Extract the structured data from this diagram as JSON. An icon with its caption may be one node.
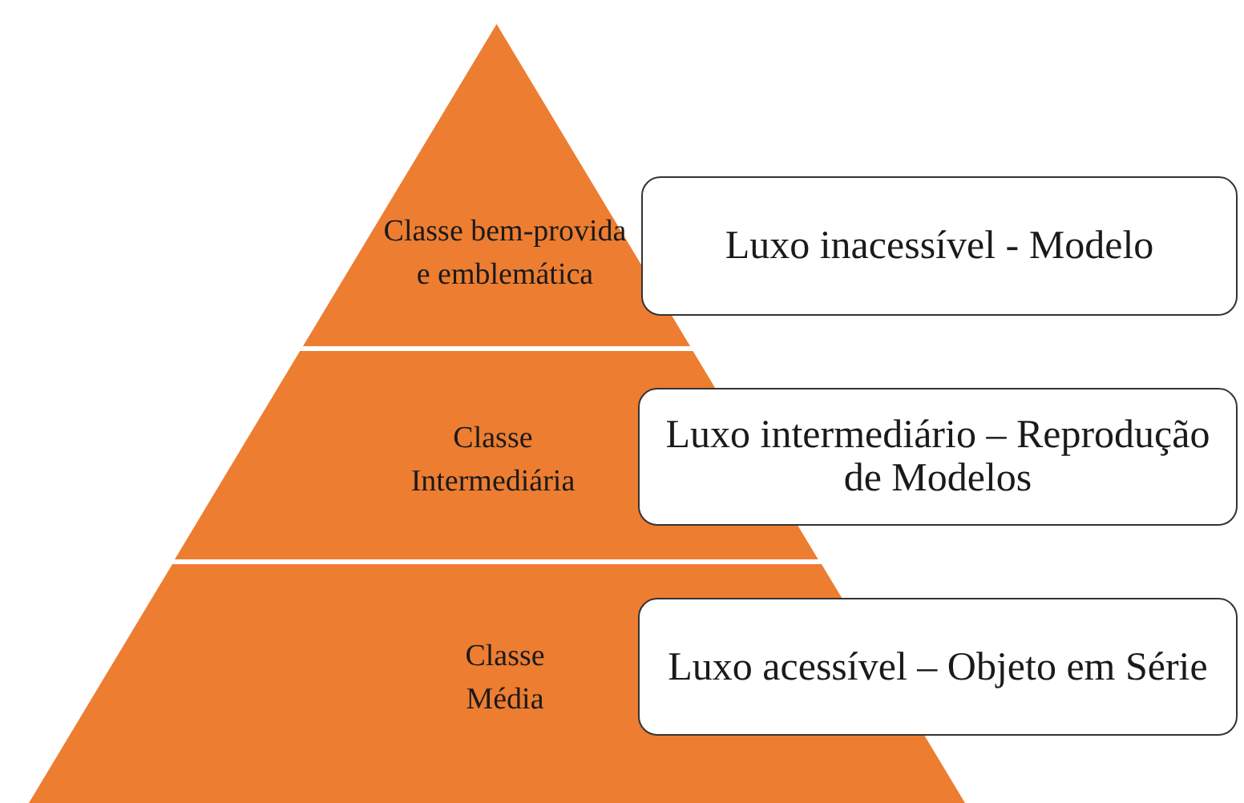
{
  "diagram": {
    "nodes": [
      {
        "text": [
          "Classe bem-provida e emblemática"
        ]
      },
      {
        "text": [
          "Classe Intermediária"
        ]
      },
      {
        "text": [
          "Classe Média"
        ]
      },
      {
        "text": [
          "Luxo inacessível - Modelo"
        ]
      },
      {
        "text": [
          "Luxo intermediário – Reprodução de Modelos"
        ]
      },
      {
        "text": [
          "Luxo acessível – Objeto em Série"
        ]
      }
    ]
  }
}
